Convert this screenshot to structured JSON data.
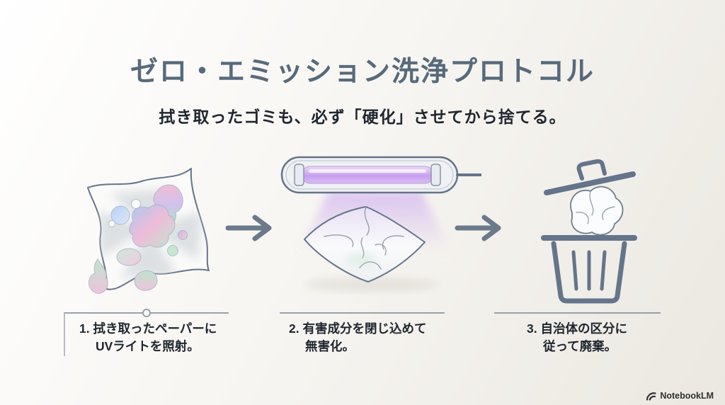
{
  "title": "ゼロ・エミッション洗浄プロトコル",
  "subtitle": "拭き取ったゴミも、必ず「硬化」させてから捨てる。",
  "steps": [
    {
      "illustration_icon": "stained-wipe-illustration",
      "caption_line1": "1. 拭き取ったペーパーに",
      "caption_line2": "UVライトを照射。",
      "marker_icon": "step-marker-dot"
    },
    {
      "illustration_icon": "uv-lamp-illustration",
      "caption_line1": "2. 有害成分を閉じ込めて",
      "caption_line2": "無害化。"
    },
    {
      "illustration_icon": "trash-bin-illustration",
      "caption_line1": "3. 自治体の区分に",
      "caption_line2": "従って廃棄。"
    }
  ],
  "connector_icon": "arrow-right-icon",
  "footer": {
    "brand": "NotebookLM",
    "logo_icon": "notebooklm-logo-icon"
  },
  "colors": {
    "title_color": "#566a7c",
    "body_text_color": "#20262f",
    "line_art_color": "#64748b",
    "arrow_color": "#6b7a8a",
    "divider_color": "#97a1ab",
    "uv_glow_color": "#c49cee",
    "uv_tube_color": "#c99ff0",
    "brand_text_color": "#303030",
    "background_start": "#ffffff",
    "background_mid": "#f7f5f1",
    "background_end": "#ebe8e1"
  }
}
